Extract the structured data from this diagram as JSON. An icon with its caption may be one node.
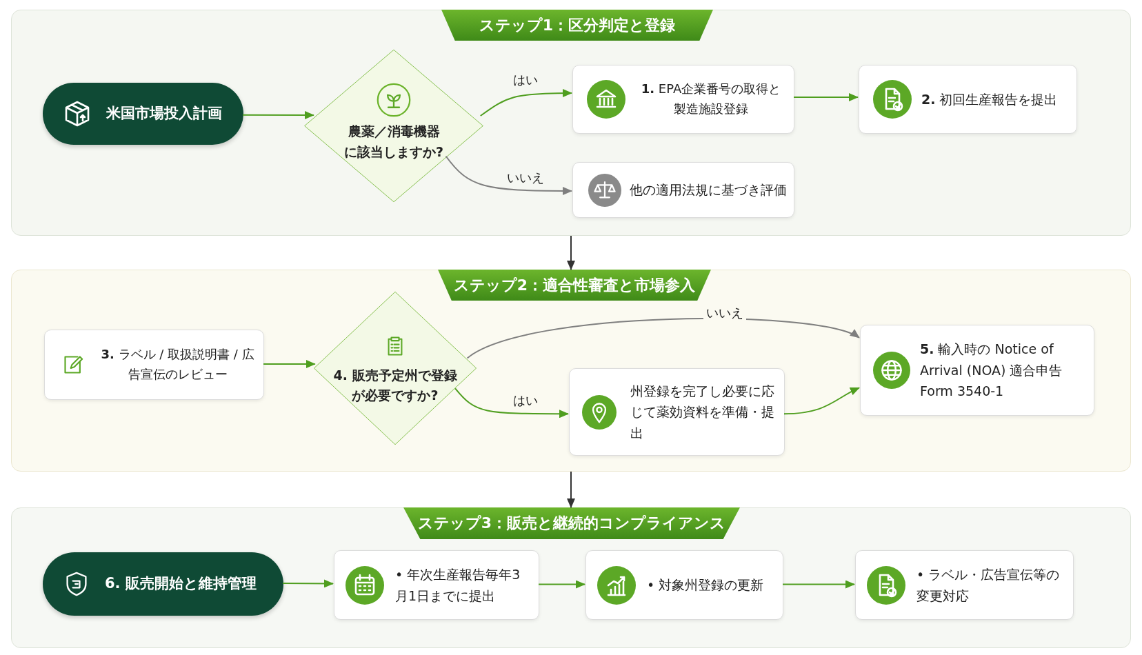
{
  "diagram": {
    "nodes": [
      {
        "text": [
          "ステップ1：区分判定と登録"
        ]
      },
      {
        "text": [
          "米国市場投入計画"
        ],
        "in": 0
      },
      {
        "text": [
          "農薬／消毒機器に該当しますか?"
        ],
        "in": 0
      },
      {
        "text": [
          "**1.** EPA企業番号の取得と製造施設登録"
        ],
        "in": 0
      },
      {
        "text": [
          "**2.** 初回生産報告を提出"
        ],
        "in": 0
      },
      {
        "text": [
          "他の適用法規に基づき評価"
        ],
        "in": 0
      },
      {
        "text": [
          "ステップ2：適合性審査と市場参入"
        ]
      },
      {
        "text": [
          "**3.** ラベル / 取扱説明書 / 広告宣伝のレビュー"
        ],
        "in": 6
      },
      {
        "text": [
          "**4.** 販売予定州で登録が必要ですか?"
        ],
        "in": 6
      },
      {
        "text": [
          "州登録を完了し必要に応じて薬効資料を準備・提出"
        ],
        "in": 6
      },
      {
        "text": [
          "**5.** 輸入時の Notice of Arrival (NOA) 適合申告 Form 3540-1"
        ],
        "in": 6
      },
      {
        "text": [
          "ステップ3：販売と継続的コンプライアンス"
        ]
      },
      {
        "text": [
          "6. 販売開始と維持管理"
        ],
        "in": 11
      },
      {
        "text": [
          "• 年次生産報告毎年3月1日までに提出"
        ],
        "in": 11
      },
      {
        "text": [
          "• 対象州登録の更新"
        ],
        "in": 11
      },
      {
        "text": [
          "• ラベル・広告宣伝等の変更対応"
        ],
        "in": 11
      }
    ],
    "edges": [
      {
        "from": 1,
        "to": 2,
        "arrow": "to"
      },
      {
        "from": 2,
        "to": 3,
        "arrow": "to",
        "label": "はい"
      },
      {
        "from": 2,
        "to": 5,
        "arrow": "to",
        "label": "いいえ",
        "color": "#7f7f7f"
      },
      {
        "from": 3,
        "to": 4,
        "arrow": "to"
      },
      {
        "from": 0,
        "to": 6,
        "arrow": "to",
        "color": "#333333"
      },
      {
        "from": 7,
        "to": 8,
        "arrow": "to"
      },
      {
        "from": 8,
        "to": 10,
        "arrow": "to",
        "label": "いいえ",
        "color": "#7f7f7f"
      },
      {
        "from": 8,
        "to": 9,
        "arrow": "to",
        "label": "はい"
      },
      {
        "from": 9,
        "to": 10,
        "arrow": "to"
      },
      {
        "from": 6,
        "to": 11,
        "arrow": "to",
        "color": "#333333"
      },
      {
        "from": 12,
        "to": 13,
        "arrow": "to"
      },
      {
        "from": 13,
        "to": 14,
        "arrow": "to"
      },
      {
        "from": 14,
        "to": 15,
        "arrow": "to"
      }
    ]
  }
}
